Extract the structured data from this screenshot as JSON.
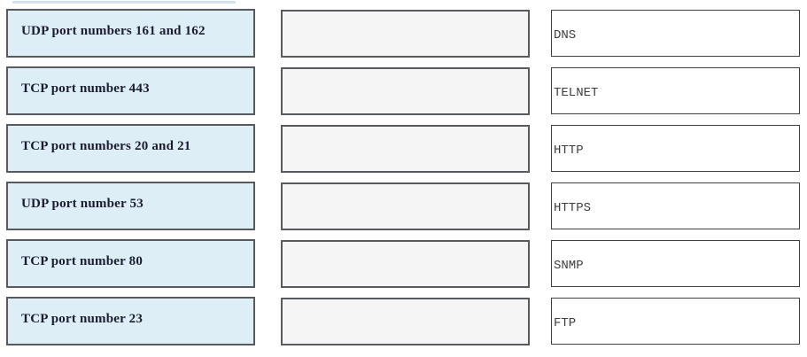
{
  "exercise": {
    "kind": "drag-and-drop-matching",
    "rows": 6
  },
  "colors": {
    "drag_box_fill": "#ddeef7",
    "drop_slot_fill": "#f5f5f5",
    "target_box_fill": "#ffffff",
    "box_border": "#575b60",
    "target_border": "#3f3f3f",
    "drag_text": "#1c1c30",
    "target_text": "#3d3d3d",
    "top_strip": "#cfe3f4"
  },
  "drag_items": [
    "UDP port numbers 161 and 162",
    "TCP port number 443",
    "TCP port numbers 20 and 21",
    "UDP port number 53",
    "TCP port number 80",
    "TCP port number 23"
  ],
  "drop_slots": [
    "",
    "",
    "",
    "",
    "",
    ""
  ],
  "target_labels": [
    "DNS",
    "TELNET",
    "HTTP",
    "HTTPS",
    "SNMP",
    "FTP"
  ]
}
